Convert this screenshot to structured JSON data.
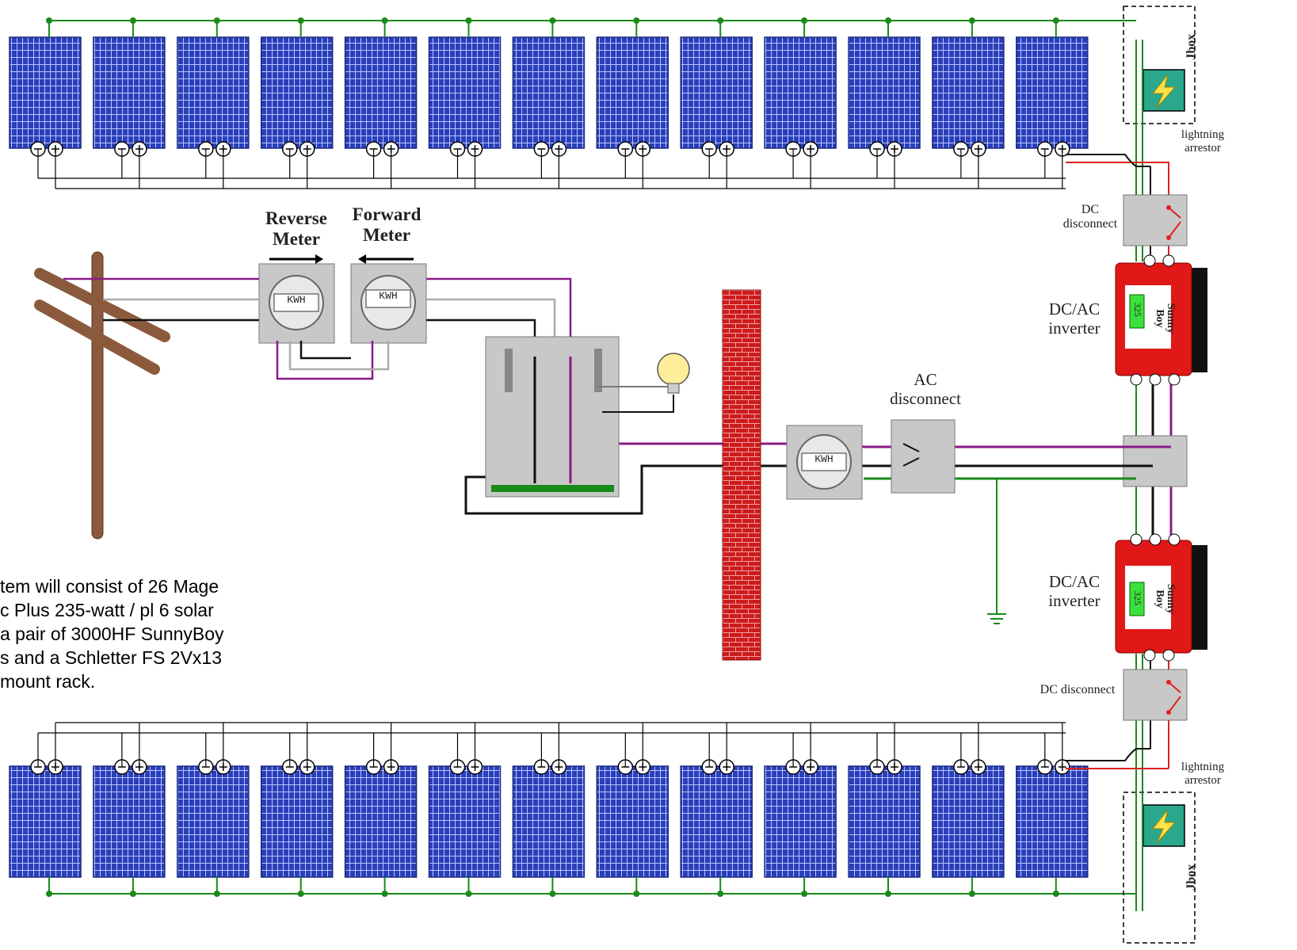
{
  "labels": {
    "jbox_top": "Jbox",
    "jbox_bottom": "Jbox",
    "lightning_arrestor_top": "lightning arrestor",
    "lightning_arrestor_bottom": "lightning arrestor",
    "dc_disconnect_top": "DC disconnect",
    "dc_disconnect_bottom": "DC disconnect",
    "inverter_top": "DC/AC inverter",
    "inverter_bottom": "DC/AC inverter",
    "ac_disconnect": "AC disconnect",
    "reverse_meter": "Reverse Meter",
    "forward_meter": "Forward Meter",
    "kwh": "KWH",
    "inverter_brand": "Sunny Boy",
    "inverter_display": "325"
  },
  "description": "tem will consist of 26 Mage\nc Plus 235-watt / pl 6 solar\na pair of 3000HF  SunnyBoy\ns and a Schletter FS 2Vx13\nmount rack.",
  "panels": {
    "top_row_count": 13,
    "bottom_row_count": 13
  },
  "colors": {
    "panel": "#2a3fb8",
    "panel_grid": "#9fb0ff",
    "ground_wire": "#1a8a1a",
    "positive_wire": "#e02020",
    "negative_wire": "#111111",
    "ac_line": "#8a1a8a",
    "inverter": "#e01818",
    "brick": "#c81a1a",
    "pole": "#8b5a3c",
    "box_gray": "#c8c8c8"
  }
}
